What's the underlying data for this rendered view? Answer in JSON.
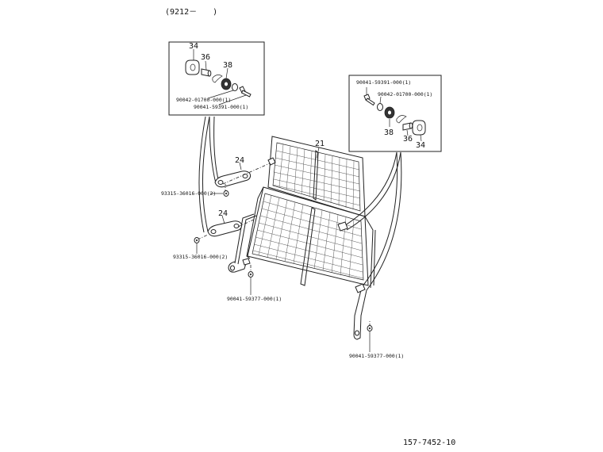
{
  "header": {
    "text": "(9212－　　)"
  },
  "footer": {
    "code": "157-7452-10"
  },
  "callouts": {
    "frame": "21",
    "bracket_upper": "24",
    "bracket_lower": "24",
    "left_34": "34",
    "left_36": "36",
    "left_38": "38",
    "right_38": "38",
    "right_36": "36",
    "right_34": "34"
  },
  "part_numbers": {
    "left_washer": "90042-01700-000(1)",
    "left_bolt": "90041-59391-000(1)",
    "right_bolt": "90041-59391-000(1)",
    "right_washer": "90042-01700-000(1)",
    "nut_upper": "93315-36016-000(2)",
    "nut_lower": "93315-36016-000(2)",
    "bottom_left": "90041-59377-000(1)",
    "bottom_right": "90041-59377-000(1)"
  }
}
